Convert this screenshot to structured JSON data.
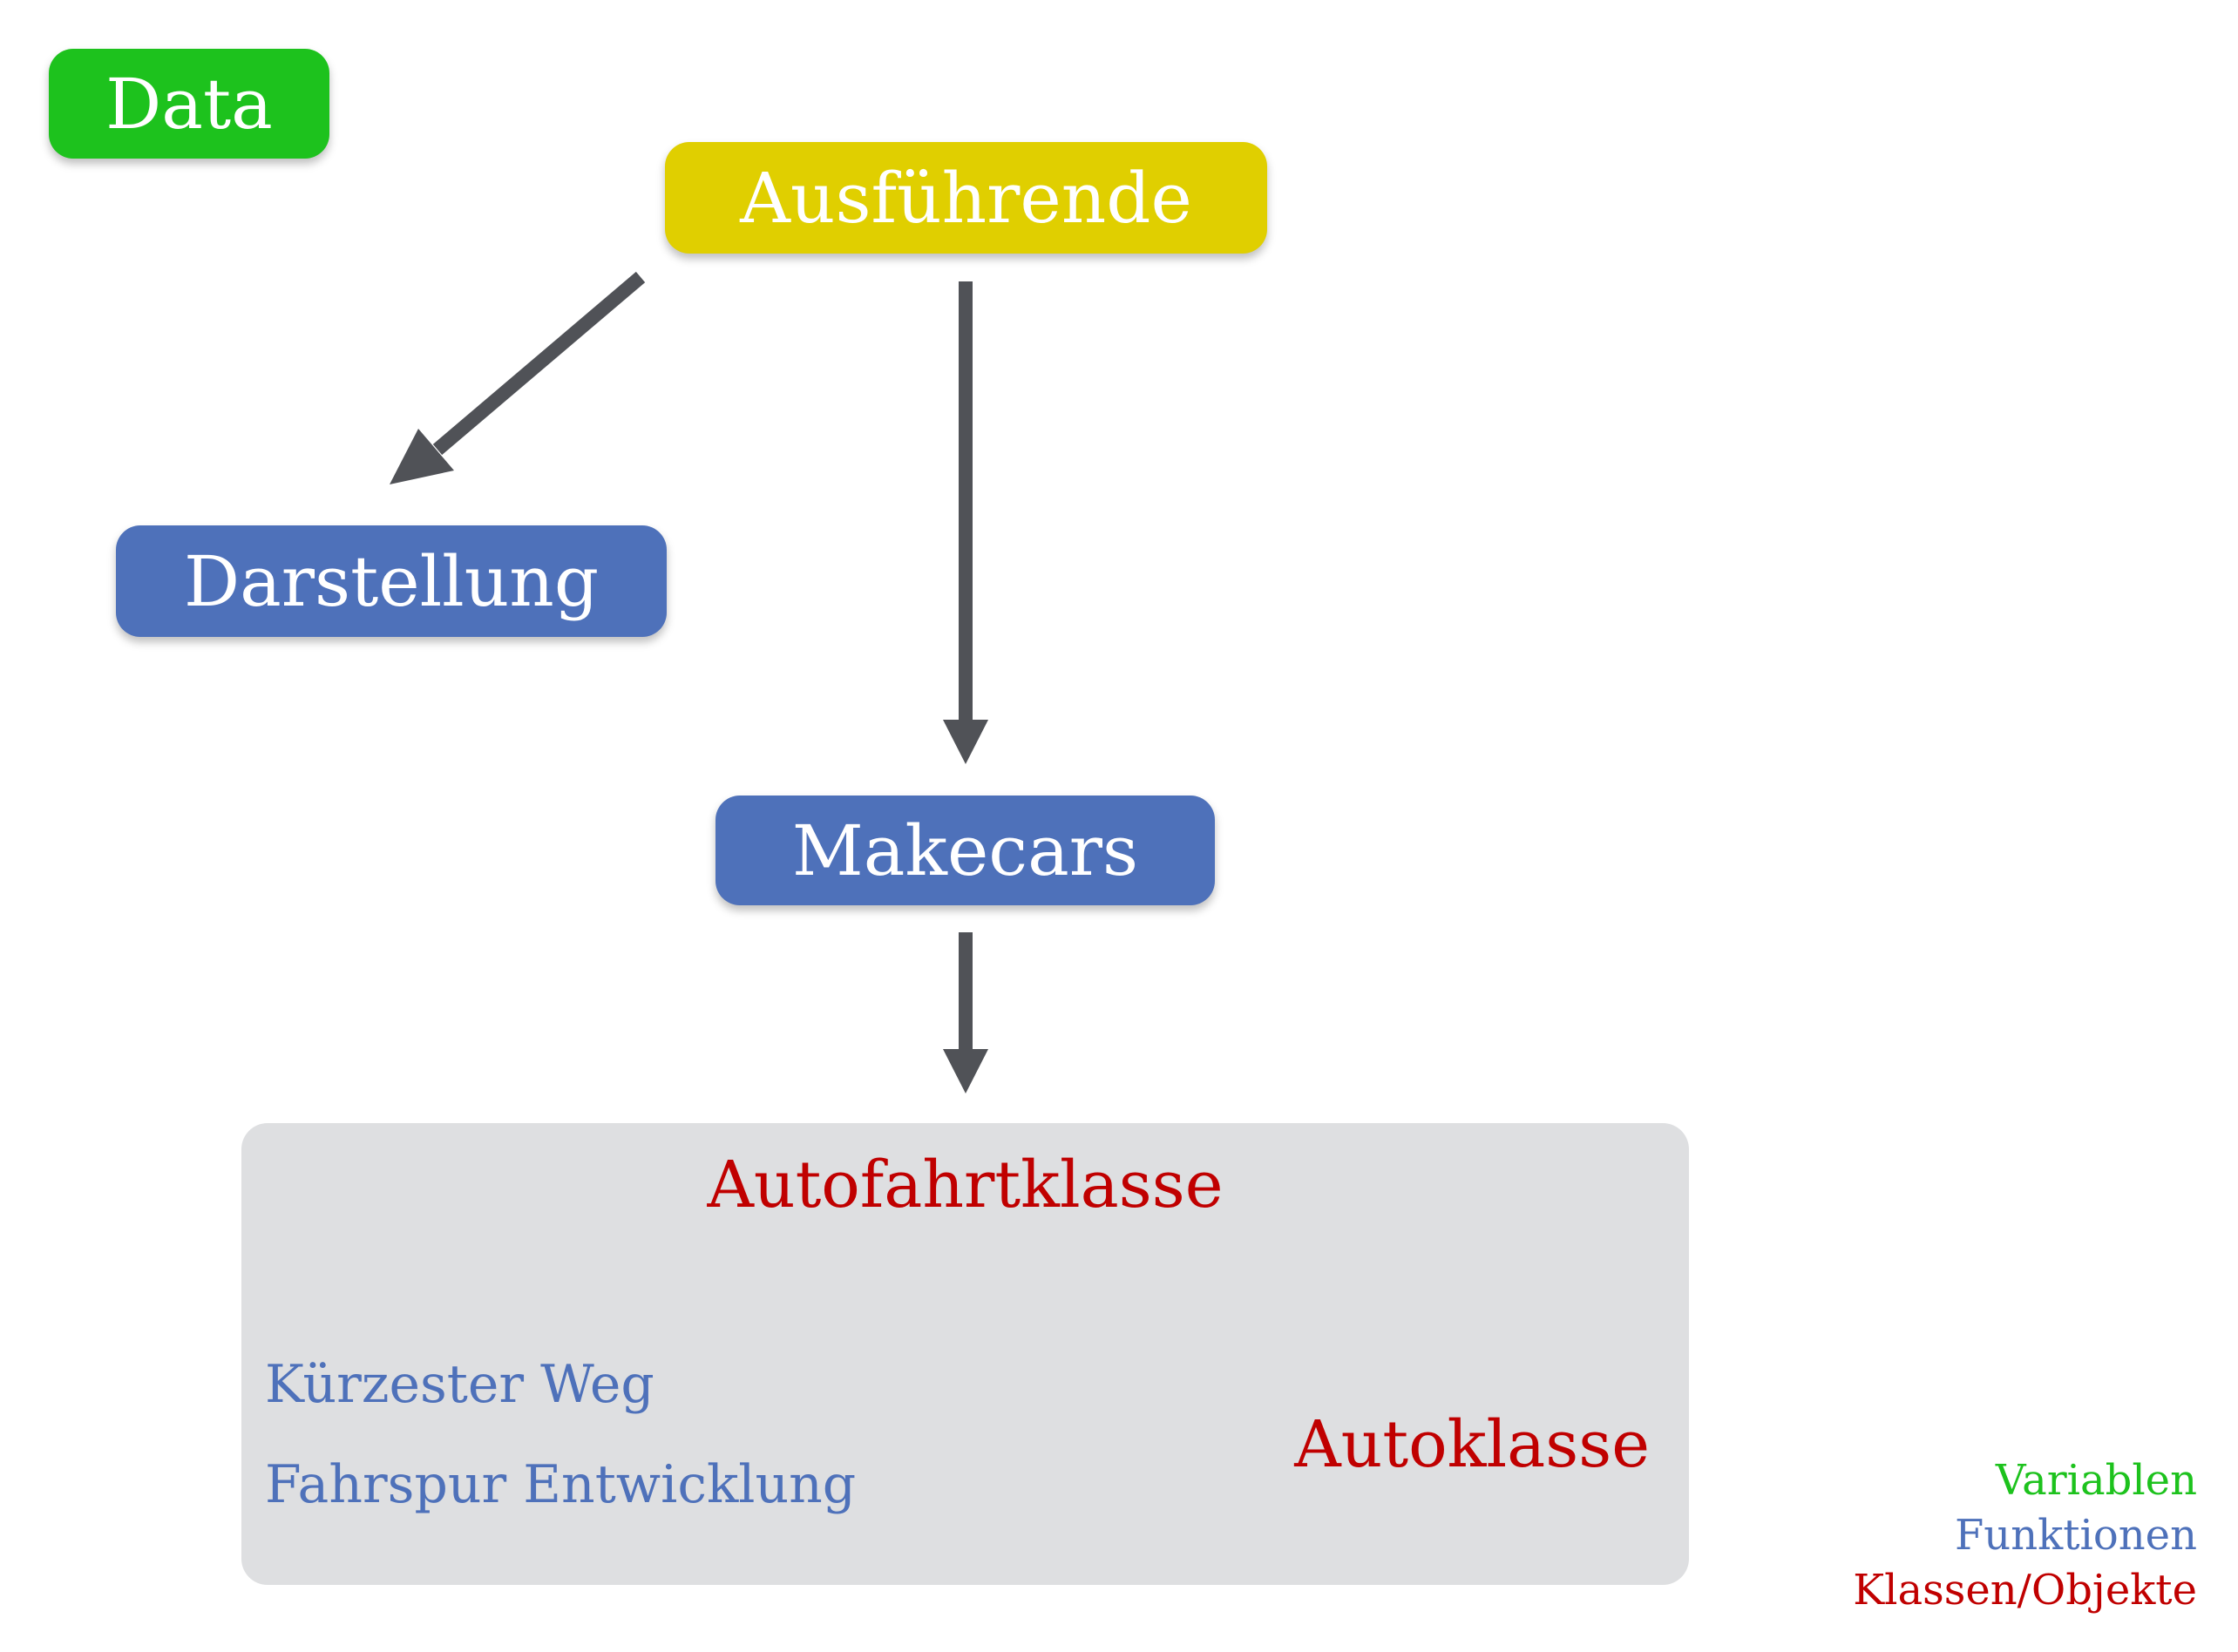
{
  "nodes": {
    "data": "Data",
    "ausfuehrende": "Ausführende",
    "darstellung": "Darstellung",
    "makecars": "Makecars"
  },
  "group": {
    "title": "Autofahrtklasse",
    "functions": [
      "Kürzester Weg",
      "Fahrspur Entwicklung"
    ],
    "class": "Autoklasse"
  },
  "legend": {
    "variables": "Variablen",
    "functions": "Funktionen",
    "classes": "Klassen/Objekte"
  },
  "colors": {
    "variables": "#1dc21d",
    "runner": "#e0cf00",
    "functions": "#4e71ba",
    "classes": "#c00000",
    "arrow": "#505257",
    "group_background": "#dedfe1"
  },
  "edges": [
    {
      "from": "Ausführende",
      "to": "Darstellung"
    },
    {
      "from": "Ausführende",
      "to": "Makecars"
    },
    {
      "from": "Makecars",
      "to": "Autofahrtklasse"
    }
  ]
}
